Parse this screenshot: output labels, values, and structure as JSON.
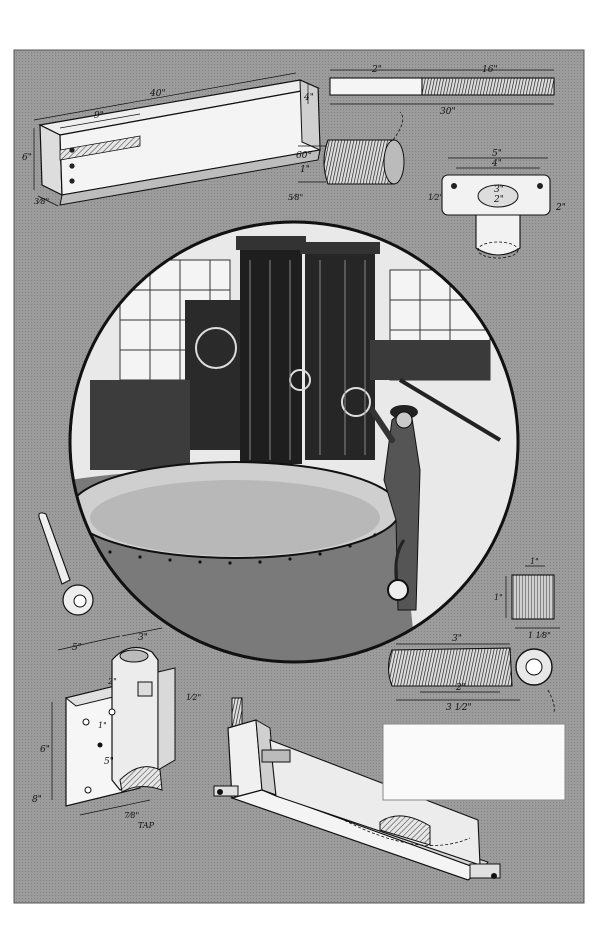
{
  "colors": {
    "page": "#ffffff",
    "plate": "#9a9a9a",
    "ink": "#1a1a1a",
    "paper": "#f2f2f2",
    "label_box": "#fafafa"
  },
  "icons": [
    "angle-bar-drawing",
    "threaded-rod-drawing",
    "wound-spring-drawing",
    "bracket-drawing",
    "drill-press-vignette",
    "wrench-drawing",
    "cutter-drawing",
    "eyebolt-drawing",
    "tap-holder-drawing",
    "extension-arm-drawing"
  ],
  "dims": {
    "angle_len": "40\"",
    "angle_9": "9\"",
    "angle_4": "4\"",
    "angle_6": "6\"",
    "angle_thk": "3⁄8\"",
    "rod_2": "2\"",
    "rod_16": "16\"",
    "rod_30": "30\"",
    "spring_60": "60°",
    "spring_1": "1\"",
    "spring_thk": "5⁄8\"",
    "br_5": "5\"",
    "br_4": "4\"",
    "br_3": "3\"",
    "br_2a": "2\"",
    "br_2b": "2\"",
    "br_side": "1⁄2\"",
    "cut_1": "1\"",
    "cut_1b": "1\"",
    "cut_15": "1 1⁄8\"",
    "eye_3": "3\"",
    "eye_2": "2\"",
    "eye_312": "3 1⁄2\"",
    "tap_5": "5\"",
    "tap_3": "3\"",
    "tap_2": "2\"",
    "tap_1": "1\"",
    "tap_12": "1⁄2\"",
    "tap_5b": "5\"",
    "tap_6": "6\"",
    "tap_8": "8\"",
    "tap_7": "7⁄8\"",
    "tap_word": "TAP"
  }
}
